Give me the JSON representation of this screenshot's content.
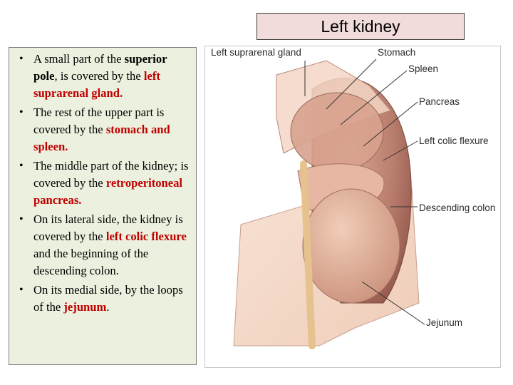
{
  "title": "Left kidney",
  "bullets": [
    {
      "parts": [
        "A small part of the ",
        "superior pole",
        ", is covered by the ",
        "left suprarenal gland."
      ]
    },
    {
      "parts": [
        "The rest of the upper part is covered by the ",
        "stomach and spleen."
      ]
    },
    {
      "parts": [
        "The middle part of the kidney; is covered by the ",
        "retroperitoneal pancreas."
      ]
    },
    {
      "parts": [
        "On its lateral side, the kidney is covered by the ",
        "left colic flexure",
        " and the beginning of the descending colon."
      ]
    },
    {
      "parts": [
        " On its medial side, by the loops  of the ",
        "jejunum",
        "."
      ]
    }
  ],
  "figure_labels": {
    "suprarenal": "Left suprarenal gland",
    "stomach": "Stomach",
    "spleen": "Spleen",
    "pancreas": "Pancreas",
    "colic_flexure": "Left colic flexure",
    "descending_colon": "Descending colon",
    "jejunum": "Jejunum"
  },
  "colors": {
    "title_bg": "#f2dcdb",
    "text_bg": "#ebf1de",
    "highlight": "#c00000"
  }
}
